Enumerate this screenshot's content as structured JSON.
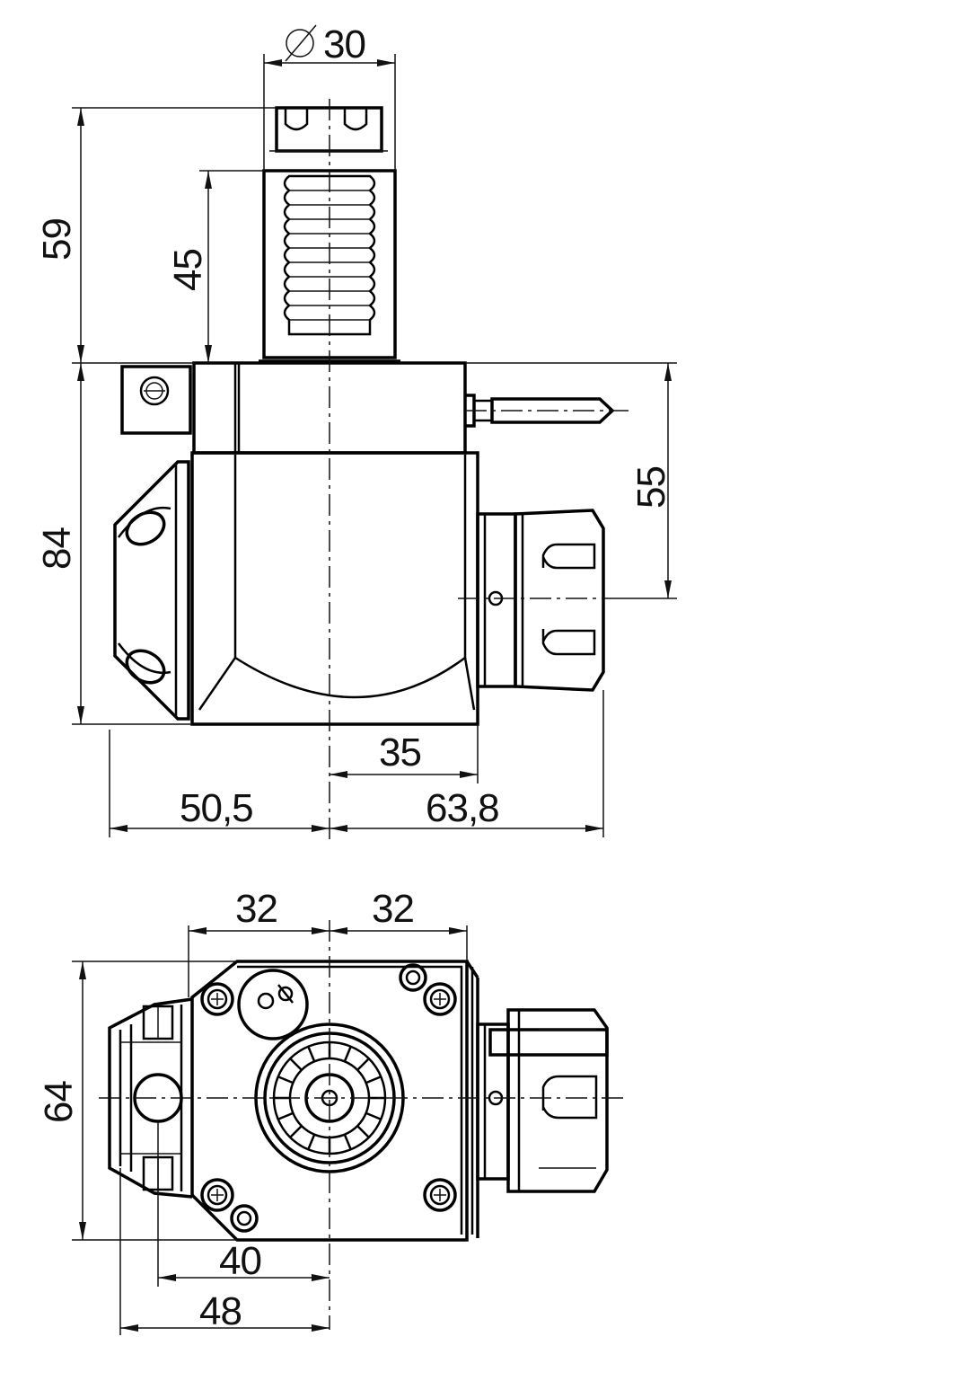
{
  "drawing": {
    "side_view": {
      "dims": {
        "diameter": "30",
        "height_total": "59",
        "height_shank": "45",
        "height_body": "84",
        "height_spindle": "55",
        "offset_spindle": "35",
        "width_left": "50,5",
        "width_right": "63,8"
      }
    },
    "top_view": {
      "dims": {
        "width_left": "32",
        "width_right": "32",
        "height": "64",
        "offset_40": "40",
        "offset_48": "48"
      }
    },
    "symbols": {
      "diameter": "diameter-symbol"
    }
  }
}
